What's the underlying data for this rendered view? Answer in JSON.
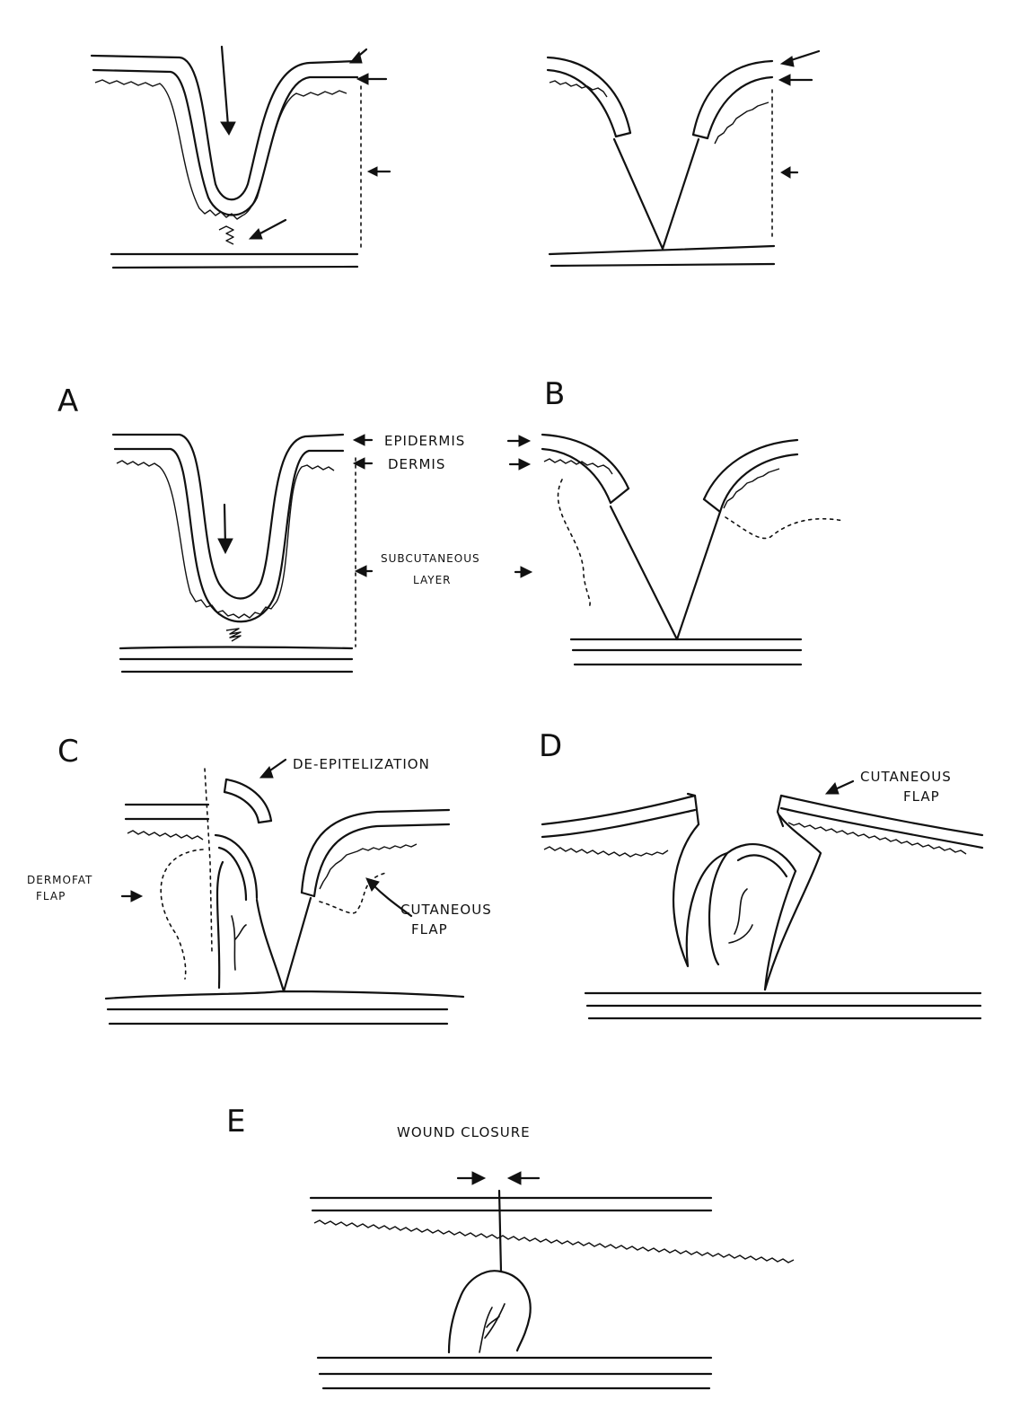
{
  "panels": {
    "a": {
      "label": "A"
    },
    "b": {
      "label": "B"
    },
    "c": {
      "label": "C"
    },
    "d": {
      "label": "D"
    },
    "e": {
      "label": "E"
    }
  },
  "labels": {
    "epidermis": "EPIDERMIS",
    "dermis": "DERMIS",
    "subcutaneous_line1": "SUBCUTANEOUS",
    "subcutaneous_line2": "LAYER",
    "de_epitelization": "DE-EPITELIZATION",
    "dermofat_line1": "DERMOFAT",
    "dermofat_line2": "FLAP",
    "cutaneous_c_line1": "CUTANEOUS",
    "cutaneous_c_line2": "FLAP",
    "cutaneous_d_line1": "CUTANEOUS",
    "cutaneous_d_line2": "FLAP",
    "wound_closure": "WOUND CLOSURE"
  }
}
